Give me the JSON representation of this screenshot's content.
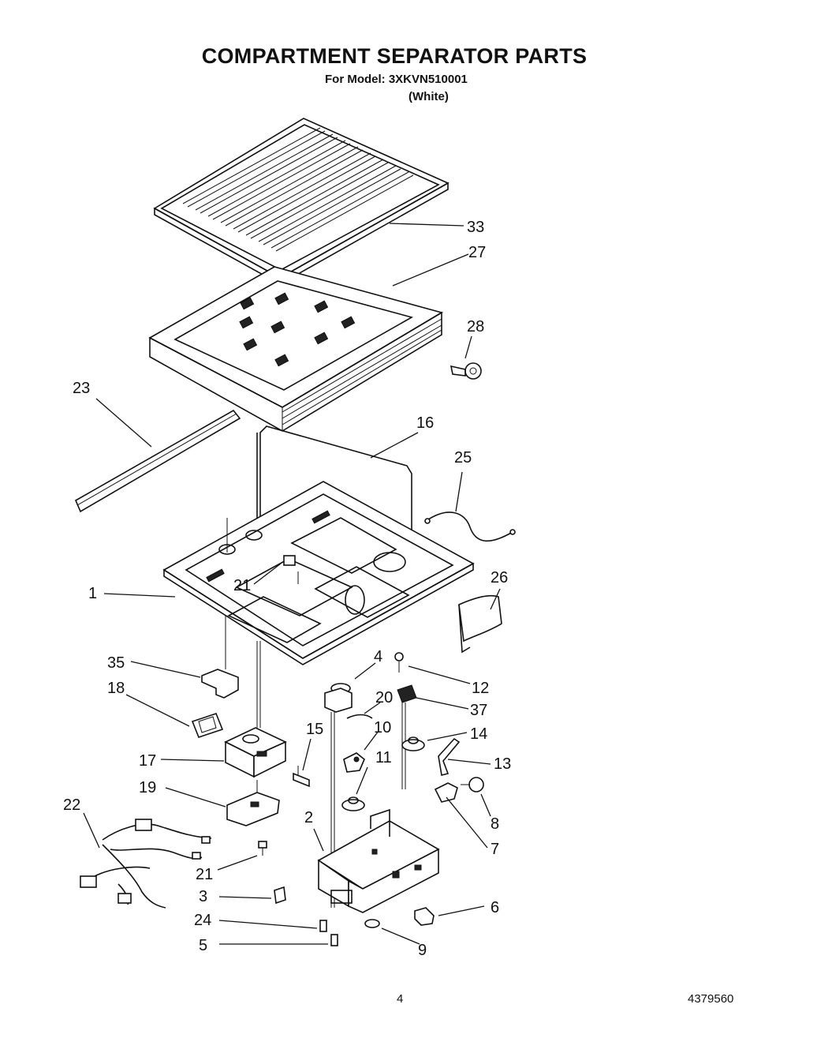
{
  "header": {
    "title": "COMPARTMENT SEPARATOR PARTS",
    "model_line": "For Model: 3XKVN510001",
    "color_line": "(White)"
  },
  "footer": {
    "page_number": "4",
    "document_number": "4379560"
  },
  "callouts": {
    "c33": "33",
    "c27": "27",
    "c28": "28",
    "c23": "23",
    "c16": "16",
    "c25": "25",
    "c1": "1",
    "c21a": "21",
    "c26": "26",
    "c35": "35",
    "c4": "4",
    "c12": "12",
    "c18": "18",
    "c20": "20",
    "c37": "37",
    "c15": "15",
    "c10": "10",
    "c14": "14",
    "c17": "17",
    "c11": "11",
    "c13": "13",
    "c19": "19",
    "c8": "8",
    "c22": "22",
    "c2": "2",
    "c7": "7",
    "c21b": "21",
    "c3": "3",
    "c6": "6",
    "c24": "24",
    "c5": "5",
    "c9": "9"
  }
}
